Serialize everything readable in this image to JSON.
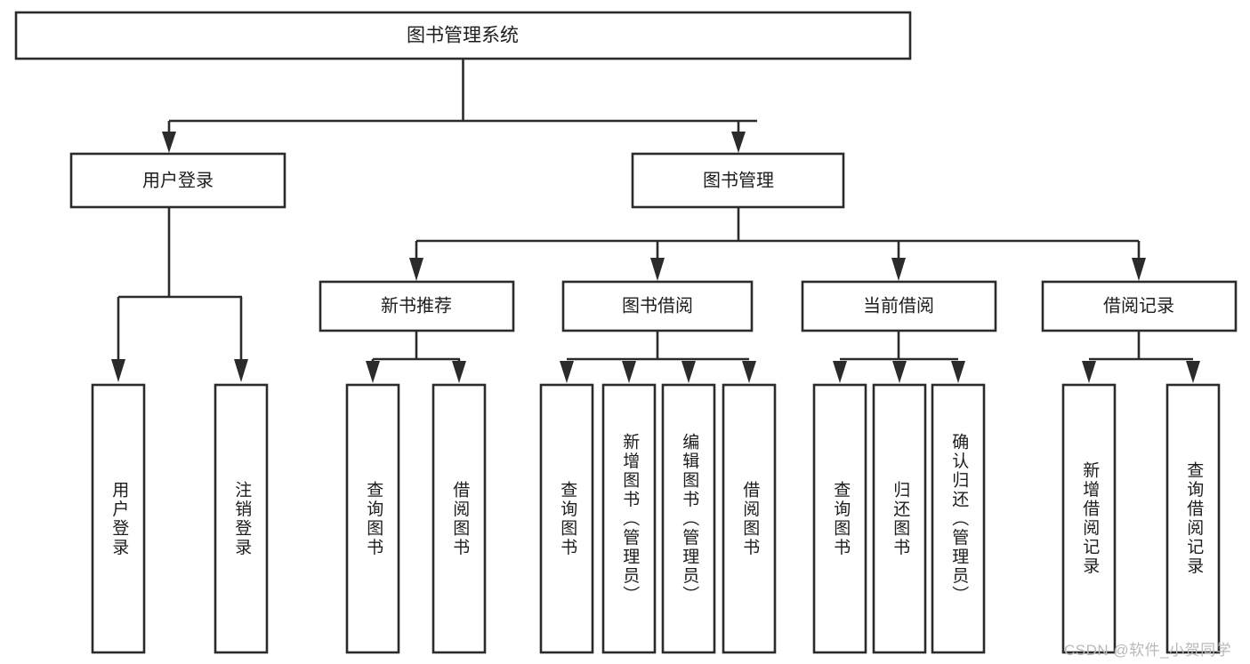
{
  "diagram": {
    "type": "tree-hierarchy",
    "title": "图书管理系统",
    "orientation": "top-down",
    "colors": {
      "box_stroke": "#2b2b2b",
      "box_fill": "#ffffff",
      "text": "#1d1d1d",
      "canvas": "#ffffff",
      "watermark": "#b9b9b9"
    },
    "root": {
      "label": "图书管理系统"
    },
    "level2": [
      {
        "id": "user-login",
        "label": "用户登录"
      },
      {
        "id": "book-management",
        "label": "图书管理"
      }
    ],
    "level3": [
      {
        "id": "new-book-recommend",
        "label": "新书推荐",
        "parent": "book-management"
      },
      {
        "id": "book-borrow",
        "label": "图书借阅",
        "parent": "book-management"
      },
      {
        "id": "current-borrow",
        "label": "当前借阅",
        "parent": "book-management"
      },
      {
        "id": "borrow-record",
        "label": "借阅记录",
        "parent": "book-management"
      }
    ],
    "leaves": {
      "user-login": [
        {
          "id": "leaf-user-login",
          "label": "用户登录"
        },
        {
          "id": "leaf-logout",
          "label": "注销登录"
        }
      ],
      "new-book-recommend": [
        {
          "id": "leaf-query-book-1",
          "label": "查询图书"
        },
        {
          "id": "leaf-borrow-book-1",
          "label": "借阅图书"
        }
      ],
      "book-borrow": [
        {
          "id": "leaf-query-book-2",
          "label": "查询图书"
        },
        {
          "id": "leaf-add-book",
          "label": "新增图书（管理员）"
        },
        {
          "id": "leaf-edit-book",
          "label": "编辑图书（管理员）"
        },
        {
          "id": "leaf-borrow-book-2",
          "label": "借阅图书"
        }
      ],
      "current-borrow": [
        {
          "id": "leaf-query-book-3",
          "label": "查询图书"
        },
        {
          "id": "leaf-return-book",
          "label": "归还图书"
        },
        {
          "id": "leaf-confirm-return",
          "label": "确认归还（管理员）"
        }
      ],
      "borrow-record": [
        {
          "id": "leaf-add-record",
          "label": "新增借阅记录"
        },
        {
          "id": "leaf-query-record",
          "label": "查询借阅记录"
        }
      ]
    }
  },
  "watermark": {
    "text": "CSDN @软件_小贺同学"
  }
}
